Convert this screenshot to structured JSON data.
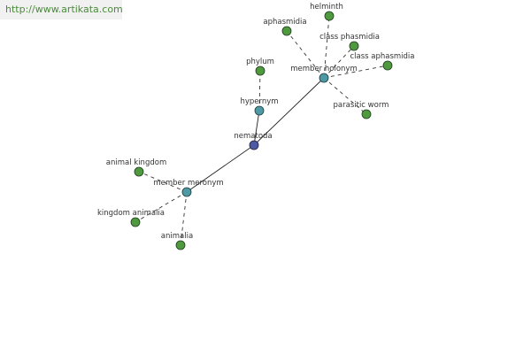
{
  "watermark": "http://www.artikata.com",
  "colors": {
    "leaf": "#4f9a3f",
    "relation": "#4e9aa4",
    "center": "#4e5aa4",
    "stroke": "#1e3a1e"
  },
  "nodes": {
    "nematoda": "nematoda",
    "hypernym": "hypernym",
    "phylum": "phylum",
    "member_holonym": "member holonym",
    "helminth": "helminth",
    "aphasmidia": "aphasmidia",
    "class_phasmidia": "class phasmidia",
    "class_aphasmidia": "class aphasmidia",
    "parasitic_worm": "parasitic worm",
    "member_meronym": "member meronym",
    "animal_kingdom": "animal kingdom",
    "kingdom_animalia": "kingdom animalia",
    "animalia": "animalia"
  }
}
